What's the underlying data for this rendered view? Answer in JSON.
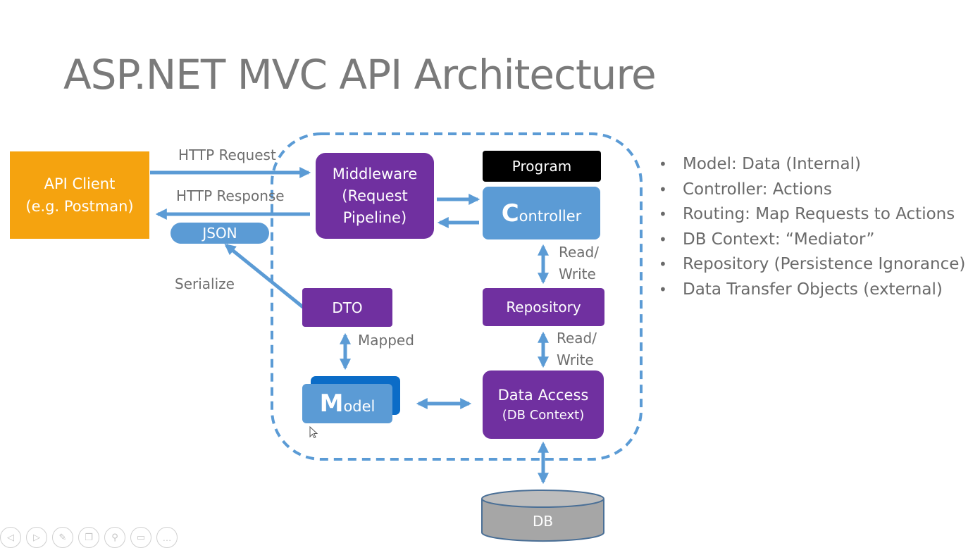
{
  "slide": {
    "title": "ASP.NET MVC API Architecture"
  },
  "diagram": {
    "api_client": {
      "line1": "API Client",
      "line2": "(e.g. Postman)"
    },
    "middleware": {
      "line1": "Middleware",
      "line2": "(Request",
      "line3": "Pipeline)"
    },
    "program": "Program",
    "controller": {
      "initial": "C",
      "rest": "ontroller"
    },
    "repository": "Repository",
    "dto": "DTO",
    "model": {
      "initial": "M",
      "rest": "odel"
    },
    "data_access": {
      "line1": "Data Access",
      "line2": "(DB Context)"
    },
    "json": "JSON",
    "db": "DB",
    "labels": {
      "http_request": "HTTP Request",
      "http_response": "HTTP Response",
      "serialize": "Serialize",
      "mapped": "Mapped",
      "read_write_1": {
        "line1": "Read/",
        "line2": "Write"
      },
      "read_write_2": {
        "line1": "Read/",
        "line2": "Write"
      }
    },
    "colors": {
      "orange": "#f5a30f",
      "purple": "#7030a0",
      "blue": "#5b9bd5",
      "dark_blue": "#0b6cc7",
      "arrow": "#5b9bd5",
      "db_gray": "#a6a6a6"
    }
  },
  "bullets": [
    "Model: Data (Internal)",
    "Controller: Actions",
    "Routing: Map Requests to Actions",
    "DB Context: “Mediator”",
    "Repository (Persistence Ignorance)",
    "Data Transfer Objects (external)"
  ],
  "player_controls": [
    {
      "icon": "previous-icon",
      "glyph": "◁"
    },
    {
      "icon": "next-icon",
      "glyph": "▷"
    },
    {
      "icon": "pen-icon",
      "glyph": "✎"
    },
    {
      "icon": "slides-icon",
      "glyph": "❐"
    },
    {
      "icon": "zoom-icon",
      "glyph": "⚲"
    },
    {
      "icon": "subtitles-icon",
      "glyph": "▭"
    },
    {
      "icon": "more-icon",
      "glyph": "…"
    }
  ]
}
